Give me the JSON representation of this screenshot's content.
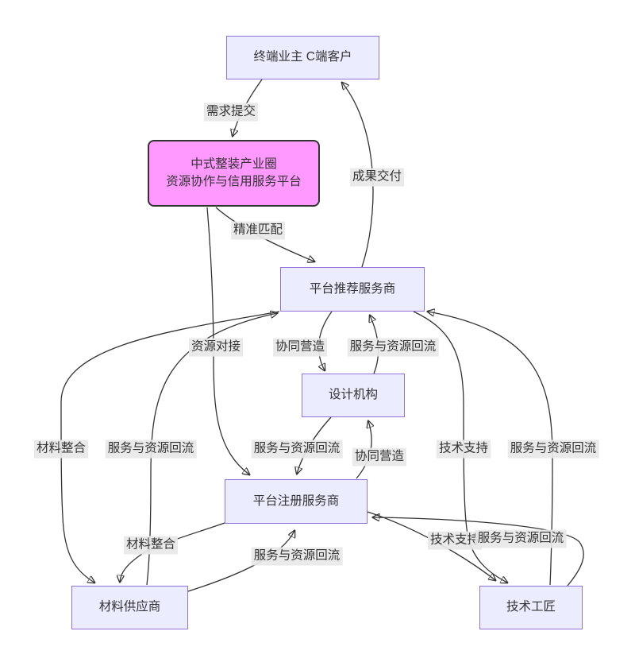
{
  "diagram": {
    "type": "flowchart",
    "background": "#ffffff",
    "colors": {
      "node_fill": "#ECECFF",
      "node_border": "#9370DB",
      "highlight_fill": "#ff99ff",
      "highlight_border": "#333333",
      "edge_stroke": "#333333",
      "edge_label_bg": "#e8e8e8",
      "text": "#333333"
    },
    "nodes": [
      {
        "id": "customer",
        "label": "终端业主 C端客户"
      },
      {
        "id": "platform",
        "label_line1": "中式整装产业圈",
        "label_line2": "资源协作与信用服务平台",
        "highlight": true
      },
      {
        "id": "recommended",
        "label": "平台推荐服务商"
      },
      {
        "id": "design",
        "label": "设计机构"
      },
      {
        "id": "registered",
        "label": "平台注册服务商"
      },
      {
        "id": "material",
        "label": "材料供应商"
      },
      {
        "id": "craftsman",
        "label": "技术工匠"
      }
    ],
    "edges": [
      {
        "from": "customer",
        "to": "platform",
        "label": "需求提交"
      },
      {
        "from": "platform",
        "to": "recommended",
        "label": "精准匹配"
      },
      {
        "from": "platform",
        "to": "registered",
        "label": "资源对接"
      },
      {
        "from": "recommended",
        "to": "customer",
        "label": "成果交付"
      },
      {
        "from": "recommended",
        "to": "design",
        "label": "协同营造"
      },
      {
        "from": "design",
        "to": "recommended",
        "label": "服务与资源回流"
      },
      {
        "from": "recommended",
        "to": "material",
        "label": "材料整合"
      },
      {
        "from": "material",
        "to": "recommended",
        "label": "服务与资源回流"
      },
      {
        "from": "recommended",
        "to": "craftsman",
        "label": "技术支持"
      },
      {
        "from": "craftsman",
        "to": "recommended",
        "label": "服务与资源回流"
      },
      {
        "from": "registered",
        "to": "design",
        "label": "协同营造"
      },
      {
        "from": "design",
        "to": "registered",
        "label": "服务与资源回流"
      },
      {
        "from": "registered",
        "to": "material",
        "label": "材料整合"
      },
      {
        "from": "material",
        "to": "registered",
        "label": "服务与资源回流"
      },
      {
        "from": "registered",
        "to": "craftsman",
        "label": "技术支持"
      },
      {
        "from": "craftsman",
        "to": "registered",
        "label": "服务与资源回流"
      }
    ]
  }
}
